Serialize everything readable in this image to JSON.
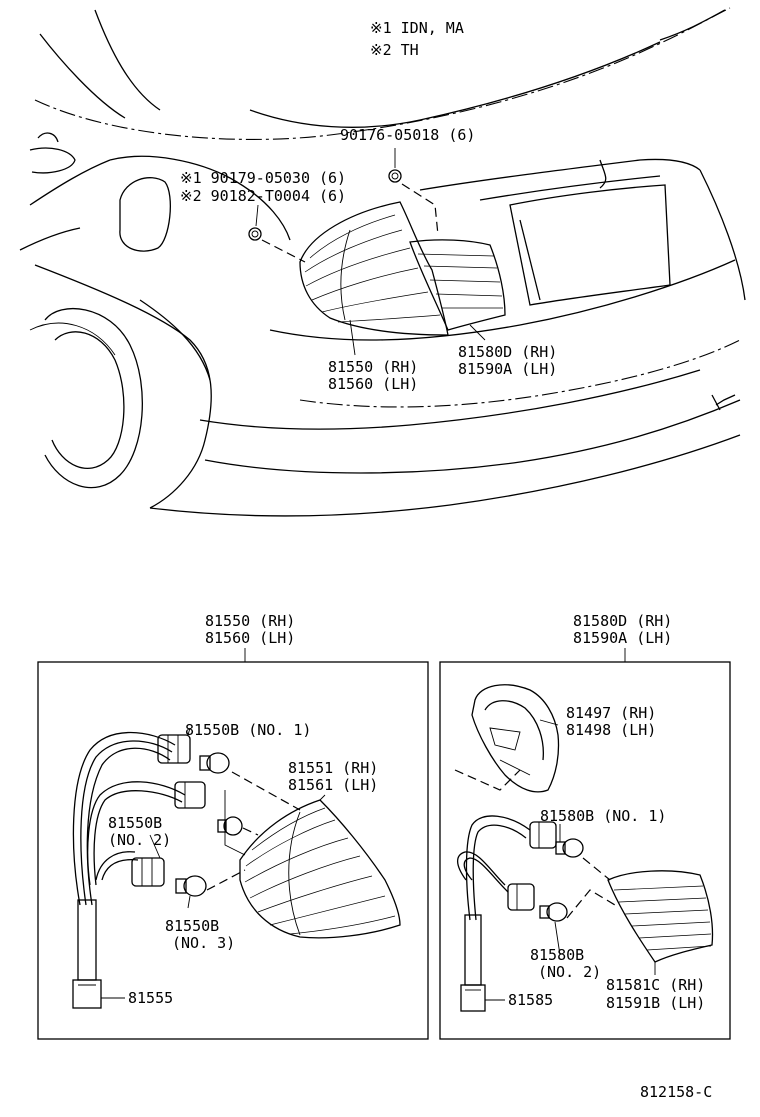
{
  "notes": [
    {
      "mark": "※1",
      "text": "IDN, MA"
    },
    {
      "mark": "※2",
      "text": "TH"
    }
  ],
  "top_view": {
    "bolt_upper": "90176-05018 (6)",
    "bolt_lower_1": "※1 90179-05030 (6)",
    "bolt_lower_2": "※2 90182-T0004 (6)",
    "lamp_outer_rh": "81550 (RH)",
    "lamp_outer_lh": "81560 (LH)",
    "lamp_inner_rh": "81580D (RH)",
    "lamp_inner_lh": "81590A (LH)"
  },
  "left_box": {
    "title_rh": "81550 (RH)",
    "title_lh": "81560 (LH)",
    "bulb1": "81550B (NO. 1)",
    "bulb2_a": "81550B",
    "bulb2_b": "(NO. 2)",
    "bulb3_a": "81550B",
    "bulb3_b": "(NO. 3)",
    "lens_rh": "81551 (RH)",
    "lens_lh": "81561 (LH)",
    "harness": "81555"
  },
  "right_box": {
    "title_rh": "81580D (RH)",
    "title_lh": "81590A (LH)",
    "cover_rh": "81497 (RH)",
    "cover_lh": "81498 (LH)",
    "bulb1": "81580B (NO. 1)",
    "bulb2_a": "81580B",
    "bulb2_b": "(NO. 2)",
    "lens_rh": "81581C (RH)",
    "lens_lh": "81591B (LH)",
    "harness": "81585"
  },
  "figure_id": "812158-C"
}
